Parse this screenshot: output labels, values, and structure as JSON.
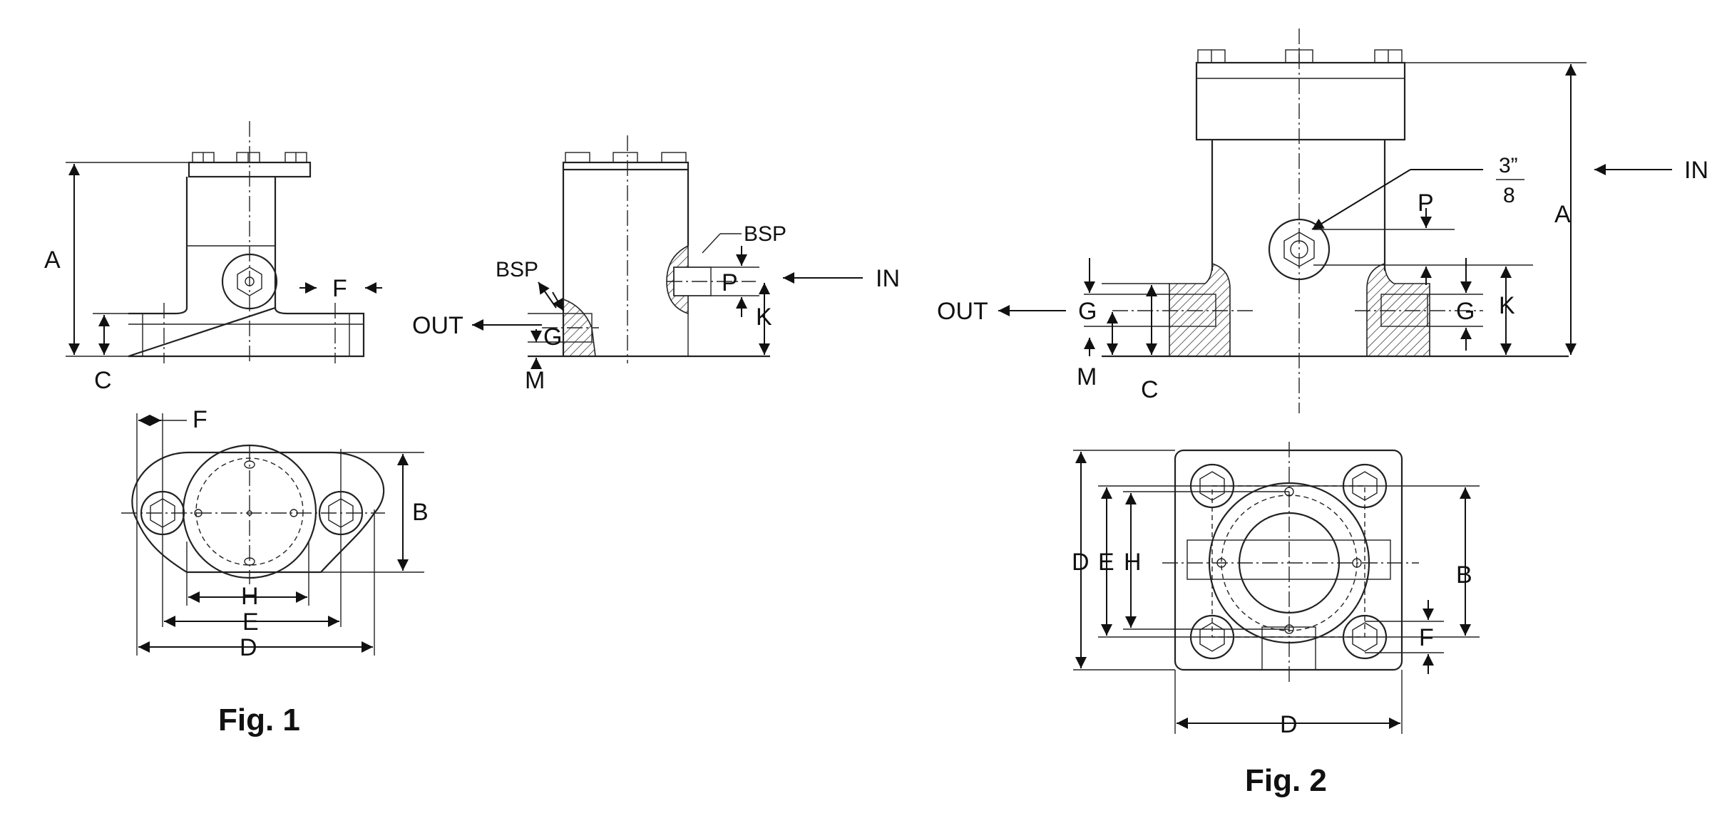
{
  "labels": {
    "A": "A",
    "B": "B",
    "C": "C",
    "D": "D",
    "E": "E",
    "F": "F",
    "G": "G",
    "H": "H",
    "K": "K",
    "M": "M",
    "P": "P",
    "bsp": "BSP",
    "in": "IN",
    "out": "OUT",
    "frac_num": "3”",
    "frac_den": "8"
  },
  "captions": {
    "fig1": "Fig. 1",
    "fig2": "Fig. 2"
  },
  "colors": {
    "ink": "#222222",
    "background": "#ffffff"
  }
}
